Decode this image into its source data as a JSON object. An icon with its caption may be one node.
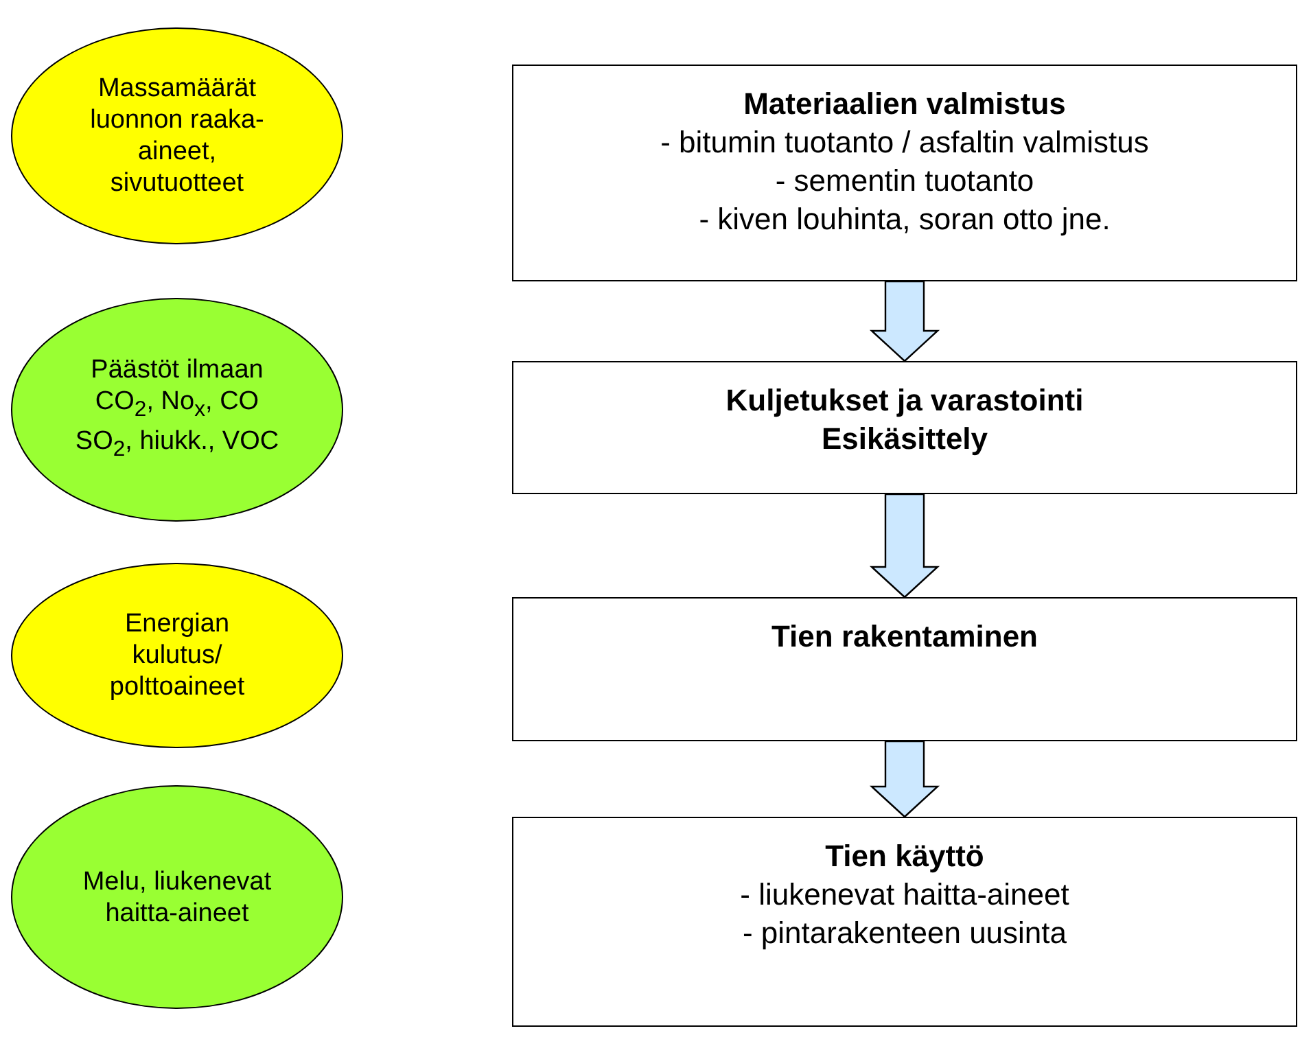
{
  "diagram": {
    "nodes": [
      {
        "text": [
          "Massamäärät luonnon raaka-aineet, sivutuotteet"
        ]
      },
      {
        "text": [
          "Materiaalien valmistus",
          "- bitumin tuotanto / asfaltin valmistus",
          "- sementin tuotanto",
          "- kiven louhinta, soran otto jne."
        ]
      },
      {
        "text": [
          "Päästöt ilmaan CO$_{2}$, No$_{x}$, CO SO$_{2}$, hiukk., VOC"
        ]
      },
      {
        "text": [
          "Kuljetukset ja varastointi",
          "Esikäsittely"
        ]
      },
      {
        "text": [
          "Energian kulutus/ polttoaineet"
        ]
      },
      {
        "text": [
          "Tien rakentaminen"
        ]
      },
      {
        "text": [
          "Melu, liukenevat haitta-aineet"
        ]
      },
      {
        "text": [
          "Tien käyttö",
          "- liukenevat haitta-aineet",
          "- pintarakenteen uusinta"
        ]
      }
    ],
    "edges": [
      {
        "from": 1,
        "to": 3,
        "arrow": "to",
        "style": "thick"
      },
      {
        "from": 3,
        "to": 5,
        "arrow": "to",
        "style": "thick"
      },
      {
        "from": 5,
        "to": 7,
        "arrow": "to",
        "style": "thick"
      }
    ]
  }
}
